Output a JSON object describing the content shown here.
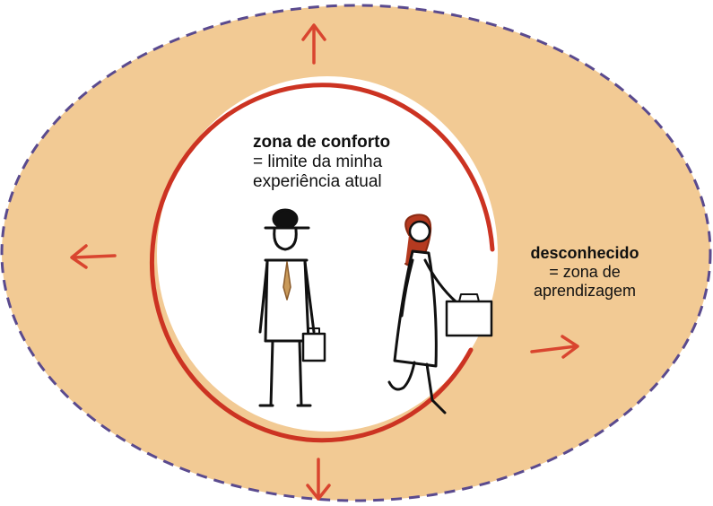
{
  "comfort_zone": {
    "title": "zona de conforto",
    "line1": "= limite da minha",
    "line2": "experiência atual"
  },
  "learning_zone": {
    "title": "desconhecido",
    "line1": "= zona de",
    "line2": "aprendizagem"
  },
  "colors": {
    "outer_fill": "#F2CA94",
    "outer_dash": "#5A4A8E",
    "boundary": "#CC3322",
    "arrow": "#D9452F",
    "figure_ink": "#111111",
    "tie": "#C99A5A",
    "hair": "#B53A20"
  },
  "icons": {
    "man": "man-with-bowler-hat-and-briefcase-icon",
    "woman": "woman-walking-with-briefcase-icon",
    "arrows": "outward-arrow-icon"
  }
}
